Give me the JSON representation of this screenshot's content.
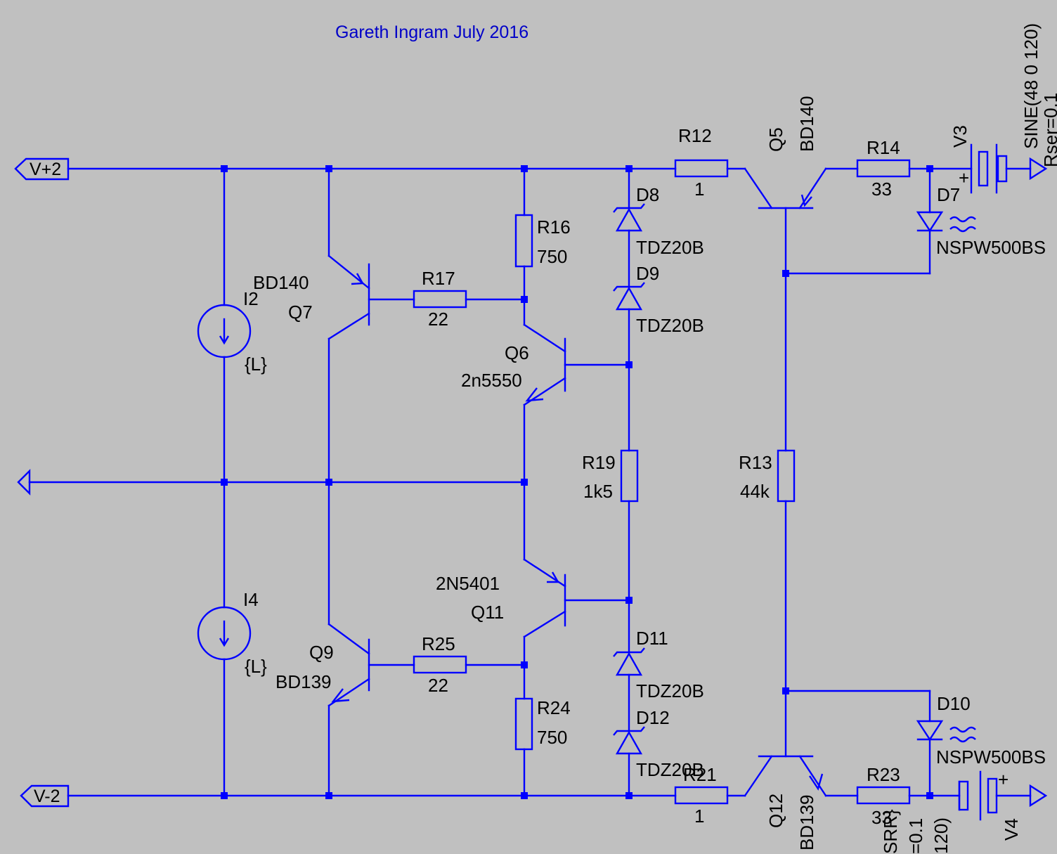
{
  "title_note": "Gareth Ingram July 2016",
  "ports": {
    "vplus": "V+2",
    "vminus": "V-2"
  },
  "components": {
    "R12": {
      "ref": "R12",
      "value": "1"
    },
    "R14": {
      "ref": "R14",
      "value": "33"
    },
    "R16": {
      "ref": "R16",
      "value": "750"
    },
    "R17": {
      "ref": "R17",
      "value": "22"
    },
    "R19": {
      "ref": "R19",
      "value": "1k5"
    },
    "R13": {
      "ref": "R13",
      "value": "44k"
    },
    "R25": {
      "ref": "R25",
      "value": "22"
    },
    "R24": {
      "ref": "R24",
      "value": "750"
    },
    "R21": {
      "ref": "R21",
      "value": "1"
    },
    "R23": {
      "ref": "R23",
      "value": "33"
    },
    "Q5": {
      "ref": "Q5",
      "model": "BD140"
    },
    "Q6": {
      "ref": "Q6",
      "model": "2n5550"
    },
    "Q7": {
      "ref": "Q7",
      "model": "BD140"
    },
    "Q9": {
      "ref": "Q9",
      "model": "BD139"
    },
    "Q11": {
      "ref": "Q11",
      "model": "2N5401"
    },
    "Q12": {
      "ref": "Q12",
      "model": "BD139"
    },
    "D7": {
      "ref": "D7",
      "model": "NSPW500BS"
    },
    "D8": {
      "ref": "D8",
      "model": "TDZ20B"
    },
    "D9": {
      "ref": "D9",
      "model": "TDZ20B"
    },
    "D10": {
      "ref": "D10",
      "model": "NSPW500BS"
    },
    "D11": {
      "ref": "D11",
      "model": "TDZ20B"
    },
    "D12": {
      "ref": "D12",
      "model": "TDZ20B"
    },
    "I2": {
      "ref": "I2",
      "value": "{L}"
    },
    "I4": {
      "ref": "I4",
      "value": "{L}"
    },
    "V3": {
      "ref": "V3",
      "value": "SINE(48 0 120)",
      "param": "Rser=0.1"
    },
    "V4": {
      "ref": "V4",
      "value_part": "SRR}",
      "param_part": "=0.1",
      "value_tail": "120)"
    }
  },
  "colors": {
    "background": "#c0c0c0",
    "wire": "#0000ff",
    "note": "#0000c8",
    "text": "#000000"
  }
}
